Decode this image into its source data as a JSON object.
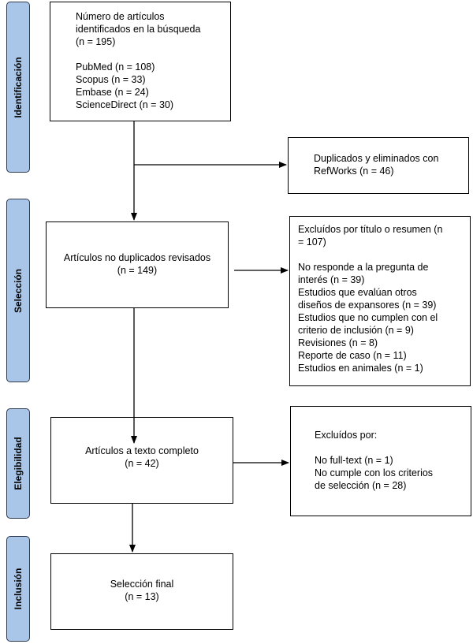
{
  "phases": {
    "identificacion": "Identificación",
    "seleccion": "Selección",
    "elegibilidad": "Elegibilidad",
    "inclusion": "Inclusión"
  },
  "boxes": {
    "identified": {
      "title": [
        "Número de artículos",
        "identificados en la búsqueda",
        "(n = 195)"
      ],
      "sources": [
        "PubMed (n = 108)",
        "Scopus (n = 33)",
        "Embase (n = 24)",
        "ScienceDirect (n = 30)"
      ]
    },
    "duplicates": [
      "Duplicados y eliminados con",
      "RefWorks (n = 46)"
    ],
    "screened": [
      "Artículos no duplicados revisados",
      "(n = 149)"
    ],
    "excluded_title": {
      "header": [
        "Excluídos por título o resumen (n",
        "= 107)"
      ],
      "reasons": [
        "No responde a la pregunta de",
        "interés (n = 39)",
        "Estudios que evalúan otros",
        "diseños de expansores (n = 39)",
        "Estudios que no cumplen con el",
        "criterio de inclusión (n = 9)",
        "Revisiones (n = 8)",
        "Reporte de caso (n = 11)",
        "Estudios en animales (n = 1)"
      ]
    },
    "fulltext": [
      "Artículos a texto completo",
      "(n = 42)"
    ],
    "excluded_full": {
      "header": "Excluídos por:",
      "reasons": [
        "No full-text (n = 1)",
        "No cumple con los criterios",
        "de selección (n = 28)"
      ]
    },
    "final": [
      "Selección final",
      "(n = 13)"
    ]
  }
}
